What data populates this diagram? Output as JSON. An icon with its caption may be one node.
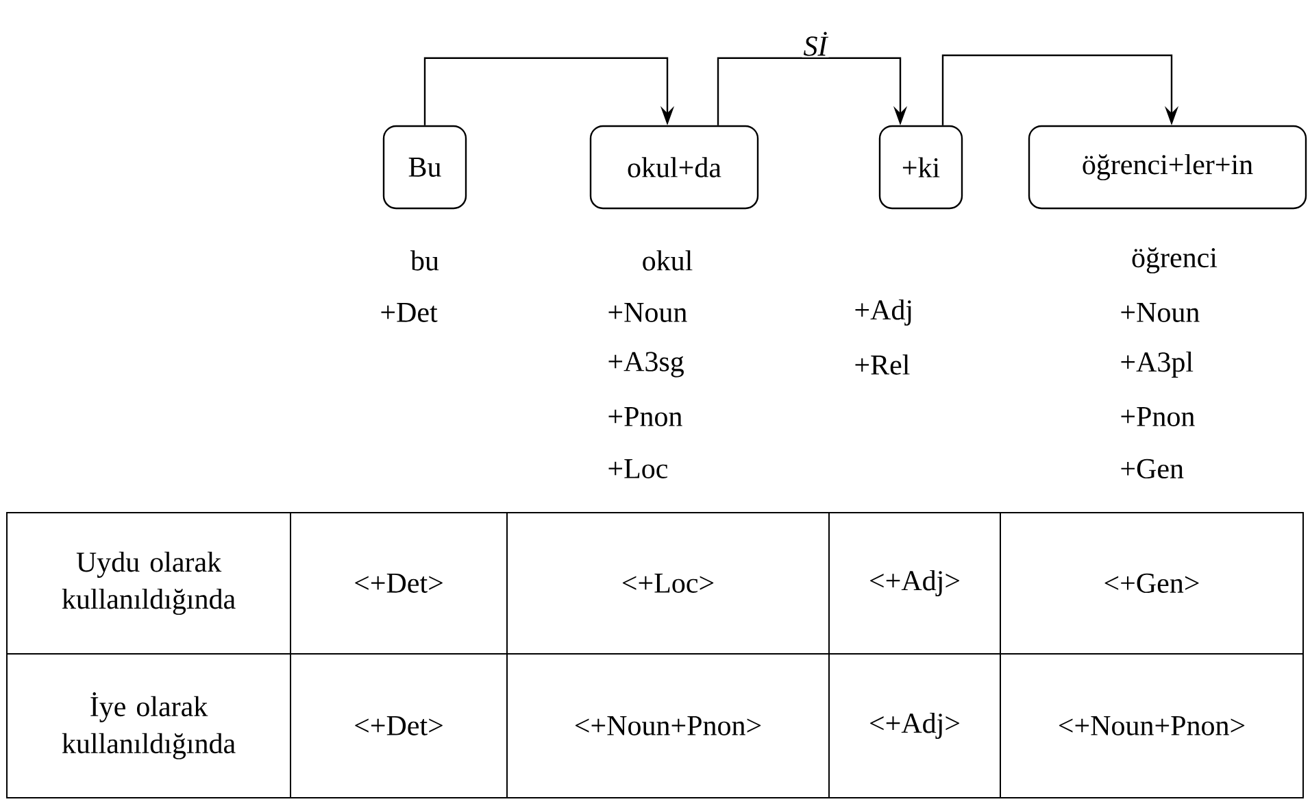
{
  "diagram": {
    "nodes": [
      {
        "text": [
          "Bu"
        ],
        "beside": [
          "bu",
          "+Det"
        ]
      },
      {
        "text": [
          "okul+da"
        ],
        "beside": [
          "okul",
          "+Noun",
          "+A3sg",
          "+Pnon",
          "+Loc"
        ]
      },
      {
        "text": [
          "+ki"
        ],
        "beside": [
          "+Adj",
          "+Rel"
        ]
      },
      {
        "text": [
          "öğrenci+ler+in"
        ],
        "beside": [
          "öğrenci",
          "+Noun",
          "+A3pl",
          "+Pnon",
          "+Gen"
        ]
      }
    ],
    "edges": [
      {
        "from": 0,
        "to": 1,
        "arrow": "to"
      },
      {
        "from": 1,
        "to": 2,
        "arrow": "to",
        "label": "Sİ"
      },
      {
        "from": 2,
        "to": 3,
        "arrow": "to"
      }
    ],
    "labels": [
      "Uydu olarak kullanıldığında",
      "<+Det>",
      "<+Loc>",
      "<+Adj>",
      "<+Gen>",
      "İye olarak kullanıldığında",
      "<+Det>",
      "<+Noun+Pnon>",
      "<+Adj>",
      "<+Noun+Pnon>"
    ]
  }
}
